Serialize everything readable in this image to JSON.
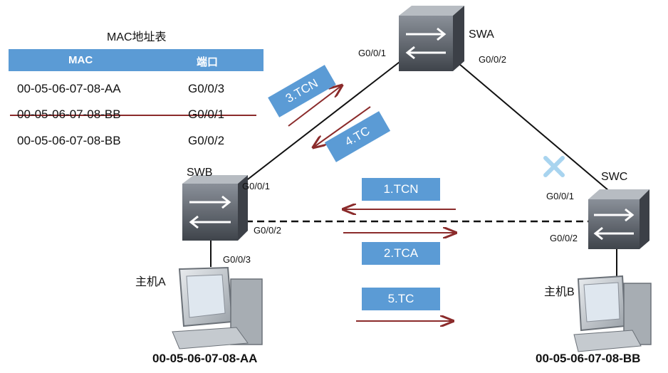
{
  "mac_table": {
    "title": "MAC地址表",
    "headers": [
      "MAC",
      "端口"
    ],
    "rows": [
      {
        "mac": "00-05-06-07-08-AA",
        "port": "G0/0/3",
        "struck": false
      },
      {
        "mac": "00-05-06-07-08-BB",
        "port": "G0/0/1",
        "struck": true
      },
      {
        "mac": "00-05-06-07-08-BB",
        "port": "G0/0/2",
        "struck": false
      }
    ]
  },
  "switches": {
    "swa": {
      "name": "SWA",
      "port1": "G0/0/1",
      "port2": "G0/0/2"
    },
    "swb": {
      "name": "SWB",
      "port1": "G0/0/1",
      "port2": "G0/0/2",
      "port3": "G0/0/3"
    },
    "swc": {
      "name": "SWC",
      "port1": "G0/0/1",
      "port2": "G0/0/2"
    }
  },
  "packets": [
    "1.TCN",
    "2.TCA",
    "3.TCN",
    "4.TC",
    "5.TC"
  ],
  "hosts": {
    "a": {
      "label": "主机A",
      "mac": "00-05-06-07-08-AA"
    },
    "b": {
      "label": "主机B",
      "mac": "00-05-06-07-08-BB"
    }
  },
  "colors": {
    "link": "#111111",
    "arrow": "#8b2b2b",
    "packet": "#5b9bd5",
    "strike": "#8b2b2b",
    "fail_mark": "#a8d4ef"
  }
}
